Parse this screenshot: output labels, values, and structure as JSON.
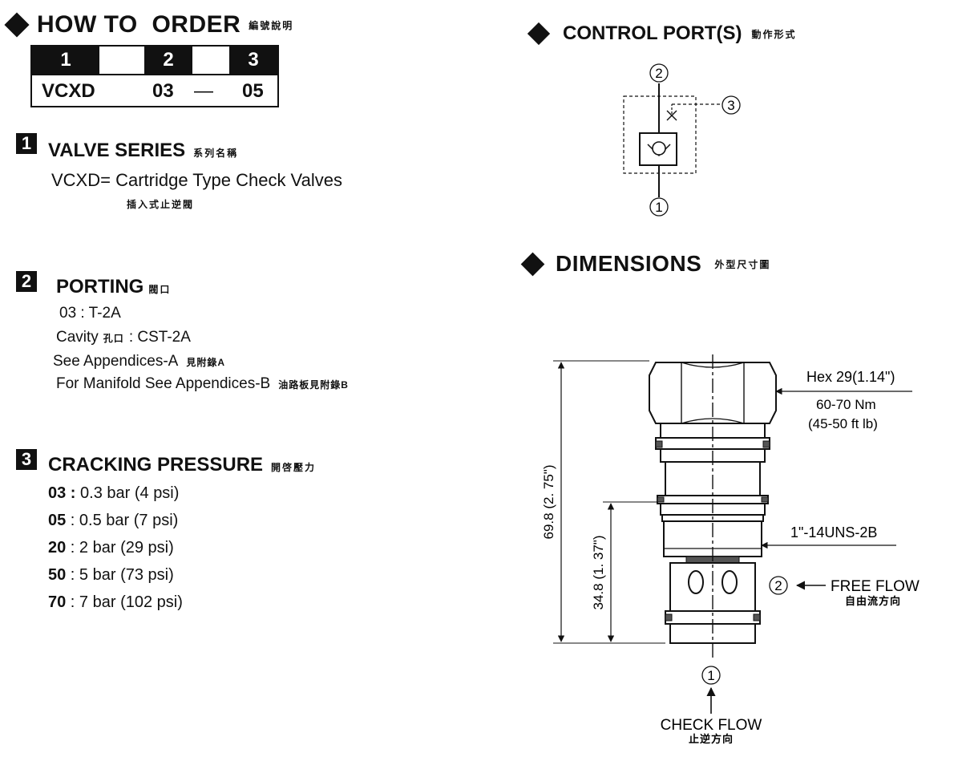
{
  "how_to_order": {
    "title": "HOW TO  ORDER",
    "title_cn": "編號說明",
    "col1_num": "1",
    "col2_num": "2",
    "col3_num": "3",
    "code_series": "VCXD",
    "code_porting": "03",
    "code_dash": "—",
    "code_pressure": "05"
  },
  "valve_series": {
    "num": "1",
    "title": "VALVE SERIES",
    "title_cn": "系列名稱",
    "desc": "VCXD= Cartridge Type Check Valves",
    "desc_cn": "插入式止逆閥"
  },
  "porting": {
    "num": "2",
    "title": "PORTING",
    "title_cn": "閥口",
    "line1": "03 : T-2A",
    "line2_a": "Cavity",
    "line2_cn": "孔口",
    "line2_b": ": CST-2A",
    "line3": "See Appendices-A",
    "line3_cn": "見附錄A",
    "line4": "For Manifold See Appendices-B",
    "line4_cn": "油路板見附錄B"
  },
  "cracking_pressure": {
    "num": "3",
    "title": "CRACKING PRESSURE",
    "title_cn": "開啓壓力",
    "items": [
      {
        "code": "03 :",
        "desc": " 0.3 bar (4 psi)"
      },
      {
        "code": "05",
        "desc": " : 0.5 bar (7 psi)"
      },
      {
        "code": "20",
        "desc": " : 2 bar (29 psi)"
      },
      {
        "code": "50",
        "desc": " : 5 bar (73 psi)"
      },
      {
        "code": "70",
        "desc": " : 7 bar (102 psi)"
      }
    ]
  },
  "control_ports": {
    "title": "CONTROL PORT(S)",
    "title_cn": "動作形式",
    "port_top": "2",
    "port_side": "3",
    "port_bottom": "1"
  },
  "dimensions": {
    "title": "DIMENSIONS",
    "title_cn": "外型尺寸圖",
    "hex": "Hex 29(1.14\")",
    "torque": "60-70 Nm",
    "torque_imperial": "(45-50 ft lb)",
    "thread": "1\"-14UNS-2B",
    "overall_length": "69.8 (2. 75\")",
    "lower_length": "34.8 (1. 37\")",
    "free_flow_port": "2",
    "free_flow": "FREE FLOW",
    "free_flow_cn": "自由流方向",
    "check_flow_port": "1",
    "check_flow": "CHECK FLOW",
    "check_flow_cn": "止逆方向"
  }
}
